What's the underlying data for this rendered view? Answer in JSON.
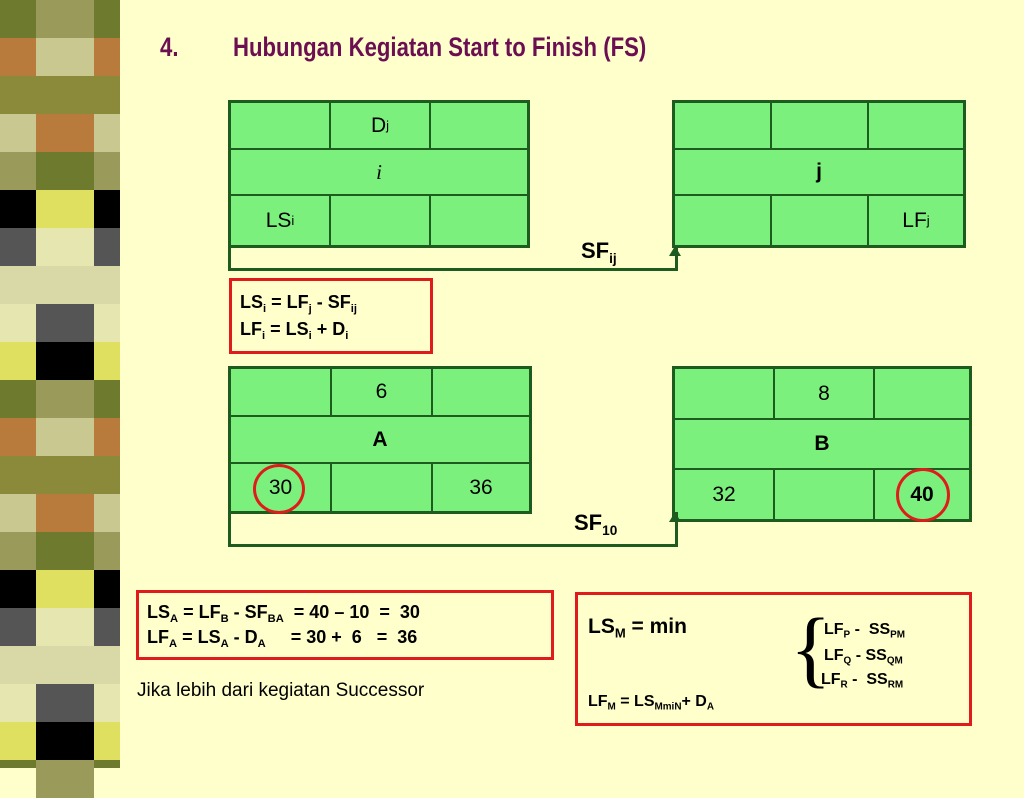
{
  "title": {
    "number": "4.",
    "text": "Hubungan Kegiatan Start to Finish (FS)"
  },
  "decor": {
    "stripe_colors": [
      "#6E7A2E",
      "#D9D9A8",
      "#9A9A5A",
      "#B87B3B",
      "#E6E6B0",
      "#000000",
      "#8A8A3A",
      "#E0E060",
      "#555555",
      "#C8C890"
    ]
  },
  "colors": {
    "node_fill": "#7CF07C",
    "node_border": "#1E5B1E",
    "highlight": "#E01B1B",
    "background": "#FFFFCC"
  },
  "top_node_i": {
    "duration": "D",
    "duration_sub": "j",
    "name": "i",
    "ls": "LS",
    "ls_sub": "i"
  },
  "top_node_j": {
    "name": "j",
    "lf": "LF",
    "lf_sub": "j"
  },
  "top_link": {
    "label": "SF",
    "label_sub": "ij"
  },
  "formula_top": {
    "line1": {
      "a": "LS",
      "a_sub": "i",
      "b": " = LF",
      "b_sub": "j",
      "c": " - SF",
      "c_sub": "ij"
    },
    "line2": {
      "a": "LF",
      "a_sub": "i",
      "b": " = LS",
      "b_sub": "i",
      "c": " + D",
      "c_sub": "i"
    }
  },
  "node_a": {
    "duration": "6",
    "name": "A",
    "ls": "30",
    "lf": "36"
  },
  "node_b": {
    "duration": "8",
    "name": "B",
    "ls": "32",
    "lf": "40"
  },
  "bottom_link": {
    "label": "SF",
    "label_sub": "10"
  },
  "calc_box": {
    "line1": {
      "a": "LS",
      "a_sub": "A",
      "b": " = LF",
      "b_sub": "B",
      "c": " - SF",
      "c_sub": "BA",
      "d": "  = 40 – 10  =  30"
    },
    "line2": {
      "a": "LF",
      "a_sub": "A",
      "b": " = LS",
      "b_sub": "A",
      "c": " - D",
      "c_sub": "A",
      "d": "     = 30 +  6   =  36"
    }
  },
  "note": "Jika lebih dari kegiatan Successor",
  "min_box": {
    "head": "LS",
    "head_sub": "M",
    "head_rest": " = min",
    "brace": "{",
    "opt1": {
      "a": "LF",
      "a_sub": "P",
      "b": " -  SS",
      "b_sub": "PM"
    },
    "opt2": {
      "a": "LF",
      "a_sub": "Q",
      "b": " - SS",
      "b_sub": "QM"
    },
    "opt3": {
      "a": "LF",
      "a_sub": "R",
      "b": " -  SS",
      "b_sub": "RM"
    },
    "foot": {
      "a": "LF",
      "a_sub": "M",
      "b": " = LS",
      "b_sub": "MmiN",
      "c": "+ D",
      "c_sub": "A"
    }
  }
}
